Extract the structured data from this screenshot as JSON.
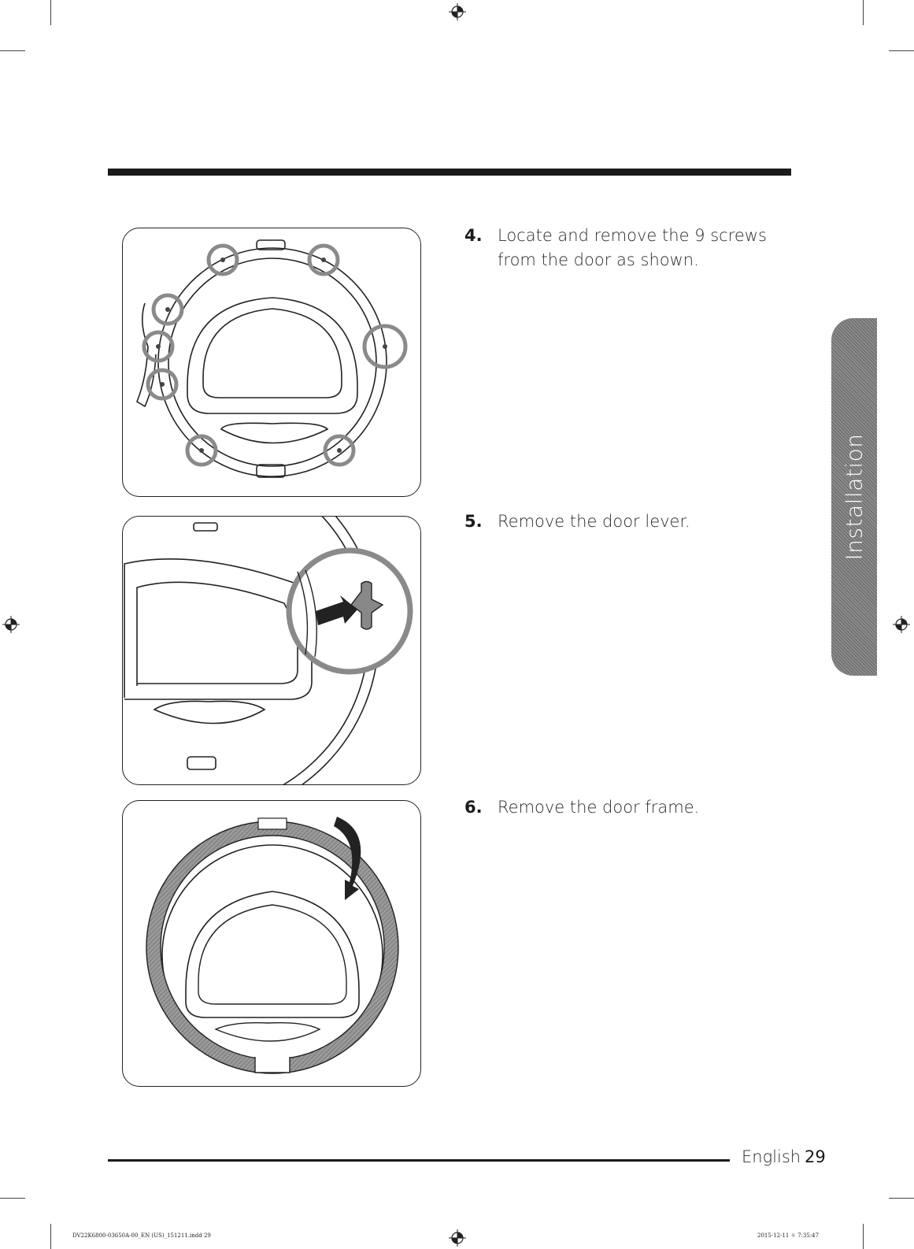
{
  "steps": [
    {
      "number": "4.",
      "text": "Locate and remove the 9 screws from the door as shown."
    },
    {
      "number": "5.",
      "text": "Remove the door lever."
    },
    {
      "number": "6.",
      "text": "Remove the door frame."
    }
  ],
  "side_tab": {
    "label": "Installation"
  },
  "footer": {
    "language": "English",
    "page_number": "29"
  },
  "print_slug": {
    "left": "DV22K6800-03650A-00_EN (US)_151211.indd   29",
    "right": "2015-12-11   ☼ 7:35:47"
  },
  "colors": {
    "rule": "#1b1b1b",
    "tab": "#777777",
    "highlight": "#8a8a8a"
  }
}
